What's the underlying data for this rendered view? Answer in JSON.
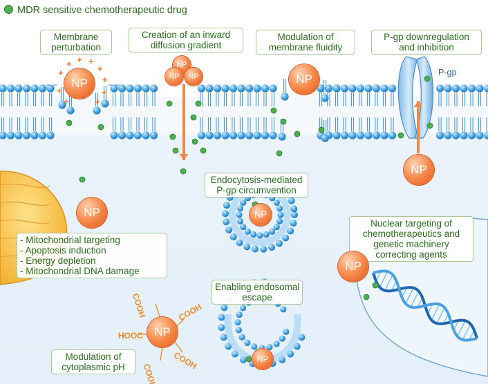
{
  "legend": "MDR sensitive chemotherapeutic drug",
  "np_label": "NP",
  "pgp_label": "P-gp",
  "cooh_label": "COOH",
  "hooc_label": "HOOC",
  "boxes": {
    "membrane_perturbation": [
      "Membrane",
      "perturbation"
    ],
    "inward_gradient": [
      "Creation of an inward",
      "diffusion gradient"
    ],
    "membrane_fluidity": [
      "Modulation of",
      "membrane fluidity"
    ],
    "pgp_downregulation": [
      "P-gp downregulation",
      "and inhibition"
    ],
    "endocytosis": [
      "Endocytosis-mediated",
      "P-gp circumvention"
    ],
    "mitochondrial": [
      "- Mitochondrial targeting",
      "- Apoptosis induction",
      "- Energy depletion",
      "- Mitochondrial DNA damage"
    ],
    "nuclear": [
      "Nuclear targeting of",
      "chemotherapeutics and",
      "genetic machinery",
      "correcting agents"
    ],
    "endosomal": [
      "Enabling endosomal",
      "escape"
    ],
    "ph": [
      "Modulation of",
      "cytoplasmic pH"
    ]
  },
  "colors": {
    "text_green": "#2a6e1c",
    "np_orange": "#f26b2a",
    "lipid_blue": "#3a9ad9",
    "drug_green": "#4caf50",
    "pgp_blue": "#3560a8"
  }
}
